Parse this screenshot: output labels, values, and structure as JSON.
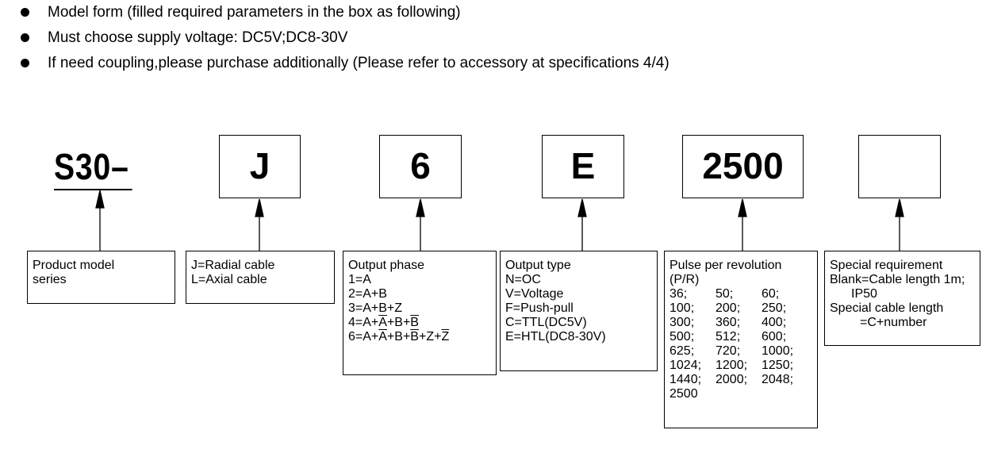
{
  "bullets": [
    "Model form (filled required parameters in the box as following)",
    "Must choose supply voltage:  DC5V;DC8-30V",
    "If need coupling,please purchase additionally (Please refer to accessory at specifications 4/4)"
  ],
  "model": {
    "prefix": "S30–",
    "codes": [
      "J",
      "6",
      "E",
      "2500",
      ""
    ]
  },
  "product_series": {
    "lines": [
      "Product model",
      "series"
    ]
  },
  "cable": {
    "lines": [
      "J=Radial cable",
      "L=Axial cable"
    ]
  },
  "output_phase": {
    "title": "Output phase",
    "rows": [
      {
        "prefix": "1=A",
        "parts": []
      },
      {
        "prefix": "2=A+B",
        "parts": []
      },
      {
        "prefix": "3=A+B+Z",
        "parts": []
      },
      {
        "prefix": "4=",
        "parts": [
          "A",
          "+",
          "A",
          "+",
          "B",
          "+",
          "B"
        ],
        "overlined": [
          false,
          false,
          true,
          false,
          false,
          false,
          true
        ]
      },
      {
        "prefix": "6=",
        "parts": [
          "A",
          "+",
          "A",
          "+",
          "B",
          "+",
          "B",
          "+",
          "Z",
          "+",
          "Z"
        ],
        "overlined": [
          false,
          false,
          true,
          false,
          false,
          false,
          true,
          false,
          false,
          false,
          true
        ]
      }
    ]
  },
  "output_type": {
    "title": "Output type",
    "lines": [
      "N=OC",
      "V=Voltage",
      "F=Push-pull",
      "C=TTL(DC5V)",
      "E=HTL(DC8-30V)"
    ]
  },
  "pulse": {
    "title": "Pulse per revolution",
    "subtitle": "(P/R)",
    "values": [
      "36;",
      "50;",
      "60;",
      "100;",
      "200;",
      "250;",
      "300;",
      "360;",
      "400;",
      "500;",
      "512;",
      "600;",
      "625;",
      "720;",
      "1000;",
      "1024;",
      "1200;",
      "1250;",
      "1440;",
      "2000;",
      "2048;",
      "2500"
    ]
  },
  "special": {
    "lines": [
      "Special requirement",
      "Blank=Cable length 1m;",
      "IP50",
      "Special cable length",
      "=C+number"
    ]
  }
}
